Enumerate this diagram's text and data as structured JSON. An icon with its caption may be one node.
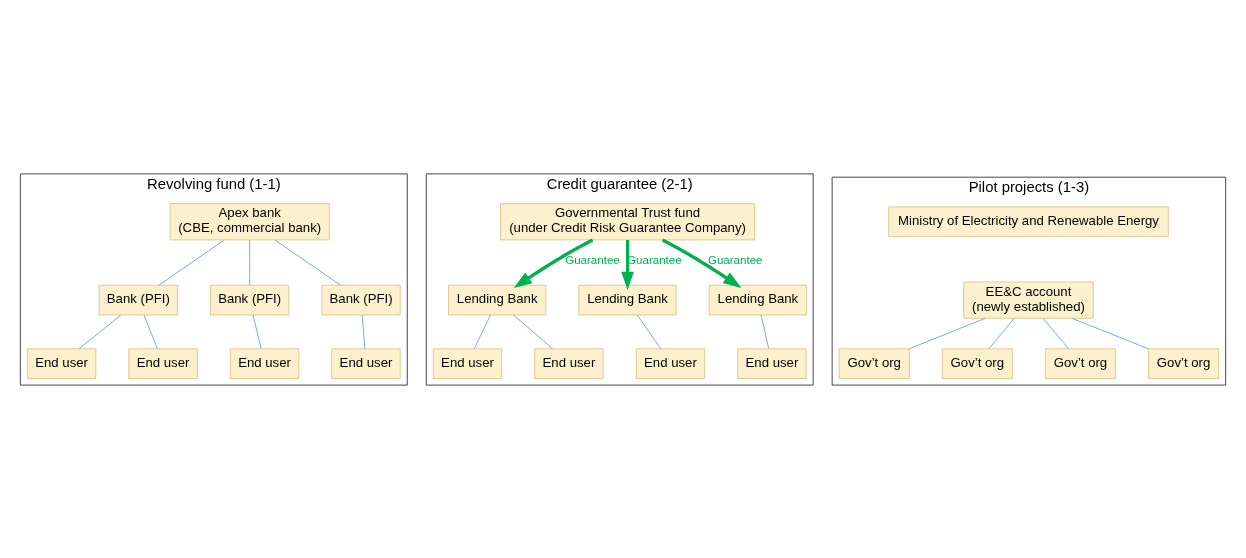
{
  "diagram": {
    "nodes": [
      {
        "text": [
          "Revolving fund (1-1)"
        ]
      },
      {
        "text": [
          "Apex bank",
          "(CBE, commercial bank)"
        ],
        "in": 0
      },
      {
        "text": [
          "Bank (PFI)"
        ],
        "in": 0
      },
      {
        "text": [
          "Bank (PFI)"
        ],
        "in": 0
      },
      {
        "text": [
          "Bank (PFI)"
        ],
        "in": 0
      },
      {
        "text": [
          "End user"
        ],
        "in": 0
      },
      {
        "text": [
          "End user"
        ],
        "in": 0
      },
      {
        "text": [
          "End user"
        ],
        "in": 0
      },
      {
        "text": [
          "End user"
        ],
        "in": 0
      },
      {
        "text": [
          "Credit guarantee (2-1)"
        ]
      },
      {
        "text": [
          "Governmental Trust fund",
          "(under Credit Risk Guarantee Company)"
        ],
        "in": 9
      },
      {
        "text": [
          "Lending Bank"
        ],
        "in": 9
      },
      {
        "text": [
          "Lending Bank"
        ],
        "in": 9
      },
      {
        "text": [
          "Lending Bank"
        ],
        "in": 9
      },
      {
        "text": [
          "End user"
        ],
        "in": 9
      },
      {
        "text": [
          "End user"
        ],
        "in": 9
      },
      {
        "text": [
          "End user"
        ],
        "in": 9
      },
      {
        "text": [
          "End user"
        ],
        "in": 9
      },
      {
        "text": [
          "Pilot projects (1-3)"
        ]
      },
      {
        "text": [
          "Ministry of Electricity and Renewable Energy"
        ],
        "in": 18
      },
      {
        "text": [
          "EE&C account",
          "(newly established)"
        ],
        "in": 18
      },
      {
        "text": [
          "Gov’t org"
        ],
        "in": 18
      },
      {
        "text": [
          "Gov’t org"
        ],
        "in": 18
      },
      {
        "text": [
          "Gov’t org"
        ],
        "in": 18
      },
      {
        "text": [
          "Gov’t org"
        ],
        "in": 18
      }
    ],
    "edges": [
      {
        "from": 1,
        "to": 2,
        "arrow": "none"
      },
      {
        "from": 1,
        "to": 3,
        "arrow": "none"
      },
      {
        "from": 1,
        "to": 4,
        "arrow": "none"
      },
      {
        "from": 2,
        "to": 5,
        "arrow": "none"
      },
      {
        "from": 2,
        "to": 6,
        "arrow": "none"
      },
      {
        "from": 3,
        "to": 7,
        "arrow": "none"
      },
      {
        "from": 4,
        "to": 8,
        "arrow": "none"
      },
      {
        "from": 10,
        "to": 11,
        "arrow": "to",
        "label": "Guarantee",
        "style": "thick",
        "color": "#00b050"
      },
      {
        "from": 10,
        "to": 12,
        "arrow": "to",
        "label": "Guarantee",
        "style": "thick",
        "color": "#00b050"
      },
      {
        "from": 10,
        "to": 13,
        "arrow": "to",
        "label": "Guarantee",
        "style": "thick",
        "color": "#00b050"
      },
      {
        "from": 11,
        "to": 14,
        "arrow": "none"
      },
      {
        "from": 11,
        "to": 15,
        "arrow": "none"
      },
      {
        "from": 12,
        "to": 16,
        "arrow": "none"
      },
      {
        "from": 13,
        "to": 17,
        "arrow": "none"
      },
      {
        "from": 20,
        "to": 21,
        "arrow": "none"
      },
      {
        "from": 20,
        "to": 22,
        "arrow": "none"
      },
      {
        "from": 20,
        "to": 23,
        "arrow": "none"
      },
      {
        "from": 20,
        "to": 24,
        "arrow": "none"
      }
    ]
  }
}
